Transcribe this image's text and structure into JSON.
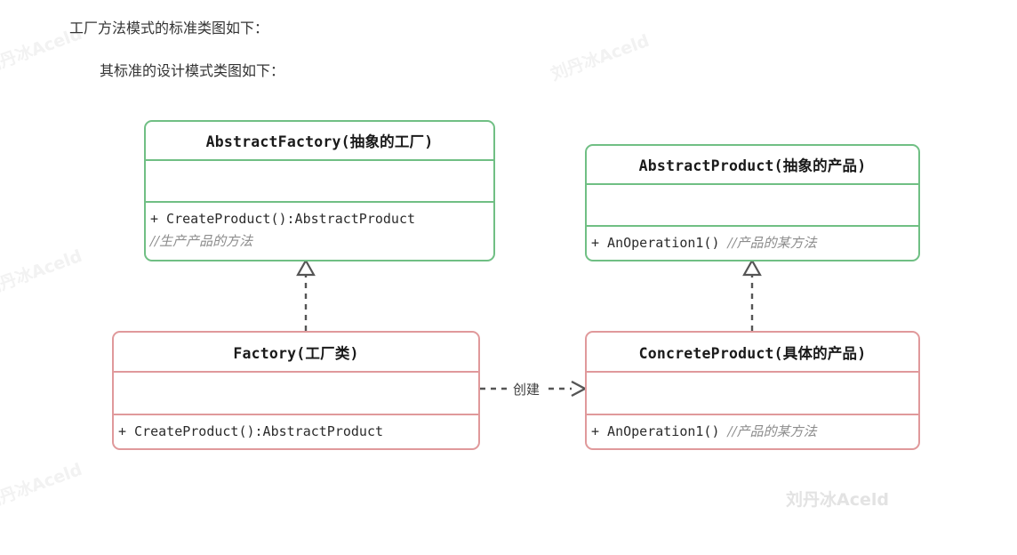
{
  "page": {
    "heading_1": "工厂方法模式的标准类图如下：",
    "heading_2": "其标准的设计模式类图如下：",
    "background_color": "#ffffff"
  },
  "watermarks": {
    "text": "刘丹冰Aceld",
    "rotated_color": "#f2f2f2",
    "flat_color": "#e3e3e3"
  },
  "diagram": {
    "type": "uml-class-diagram",
    "colors": {
      "abstract_border": "#70bf84",
      "concrete_border": "#e0999b",
      "comment_text": "#8c8c8c",
      "connector": "#555555"
    },
    "classes": [
      {
        "id": "abstract-factory",
        "title": "AbstractFactory(抽象的工厂)",
        "stereotype": "abstract",
        "border_color": "#70bf84",
        "attributes": [],
        "operations": [
          {
            "signature": "+ CreateProduct():AbstractProduct",
            "comment": ""
          },
          {
            "signature": "",
            "comment": "//生产产品的方法"
          }
        ]
      },
      {
        "id": "abstract-product",
        "title": "AbstractProduct(抽象的产品)",
        "stereotype": "abstract",
        "border_color": "#70bf84",
        "attributes": [],
        "operations": [
          {
            "signature": "+ AnOperation1()",
            "comment": "//产品的某方法"
          }
        ]
      },
      {
        "id": "factory",
        "title": "Factory(工厂类)",
        "stereotype": "concrete",
        "border_color": "#e0999b",
        "attributes": [],
        "operations": [
          {
            "signature": "+ CreateProduct():AbstractProduct",
            "comment": ""
          }
        ]
      },
      {
        "id": "concrete-product",
        "title": "ConcreteProduct(具体的产品)",
        "stereotype": "concrete",
        "border_color": "#e0999b",
        "attributes": [],
        "operations": [
          {
            "signature": "+ AnOperation1()",
            "comment": "//产品的某方法"
          }
        ]
      }
    ],
    "connectors": [
      {
        "id": "factory-realizes-abstractfactory",
        "kind": "realization",
        "from": "factory",
        "to": "abstract-factory",
        "style": "dashed",
        "arrowhead": "hollow-triangle",
        "label": ""
      },
      {
        "id": "concreteproduct-realizes-abstractproduct",
        "kind": "realization",
        "from": "concrete-product",
        "to": "abstract-product",
        "style": "dashed",
        "arrowhead": "hollow-triangle",
        "label": ""
      },
      {
        "id": "factory-creates-concreteproduct",
        "kind": "dependency",
        "from": "factory",
        "to": "concrete-product",
        "style": "dashed",
        "arrowhead": "open-arrow",
        "label": "创建"
      }
    ]
  }
}
